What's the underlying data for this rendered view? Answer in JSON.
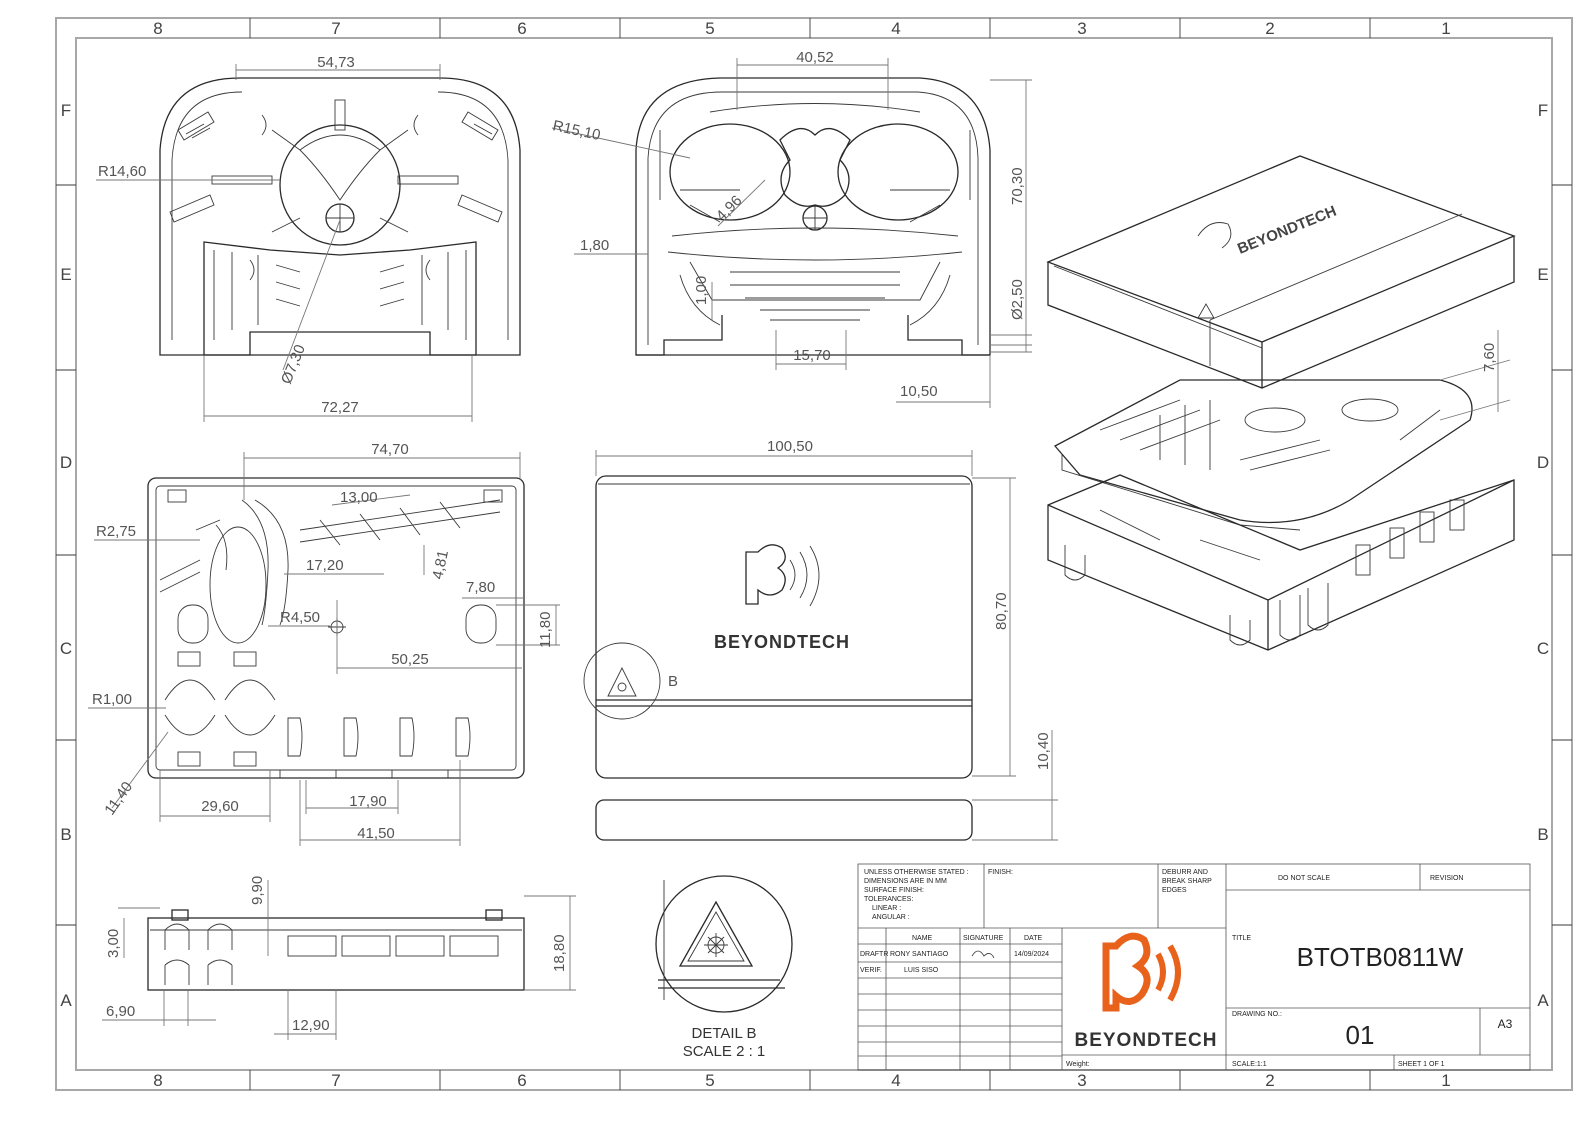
{
  "zones": {
    "columns": [
      "8",
      "7",
      "6",
      "5",
      "4",
      "3",
      "2",
      "1"
    ],
    "rows": [
      "F",
      "E",
      "D",
      "C",
      "B",
      "A"
    ]
  },
  "dimensions": {
    "top_view": {
      "width_upper": "54,73",
      "radius": "R14,60",
      "diameter": "Ø7,30",
      "width_lower": "72,27"
    },
    "front_view": {
      "width_upper": "40,52",
      "radius": "R15,10",
      "small": "4,96",
      "wall": "1,80",
      "rib": "1,00",
      "slot": "15,70",
      "height": "70,30",
      "hole": "Ø2,50",
      "offset": "10,50"
    },
    "bottom_view": {
      "width": "74,70",
      "radius_a": "R2,75",
      "pitch": "13,00",
      "rib": "4,81",
      "spacing": "17,20",
      "slot": "7,80",
      "slot_h": "11,80",
      "radius_b": "R4,50",
      "center": "50,25",
      "radius_c": "R1,00",
      "angle": "11,40",
      "clip": "29,60",
      "port": "17,90",
      "port_span": "41,50"
    },
    "cover_view": {
      "width": "100,50",
      "height": "80,70",
      "lip": "10,40",
      "detail_label": "B"
    },
    "side_view": {
      "height_top": "9,90",
      "step": "3,00",
      "total": "18,80",
      "offset": "6,90",
      "port": "12,90"
    },
    "iso_view": {
      "gap": "7,60"
    }
  },
  "brand": {
    "name": "BEYONDTECH",
    "color": "#e8621c"
  },
  "detail": {
    "line1": "DETAIL B",
    "line2": "SCALE 2 : 1"
  },
  "title_block": {
    "notes": [
      "UNLESS OTHERWISE STATED :",
      "DIMENSIONS ARE IN MM",
      "SURFACE FINISH:",
      "TOLERANCES:",
      "LINEAR :",
      "ANGULAR :"
    ],
    "finish": "FINISH:",
    "deburr": [
      "DEBURR AND",
      "BREAK SHARP",
      "EDGES"
    ],
    "do_not_scale": "DO NOT SCALE",
    "revision": "REVISION",
    "col_name": "NAME",
    "col_signature": "SIGNATURE",
    "col_date": "DATE",
    "drafter_label": "DRAFTR",
    "drafter_name": "RONY SANTIAGO",
    "date": "14/09/2024",
    "verif_label": "VERIF.",
    "verif_name": "LUIS SISO",
    "title_label": "TITLE",
    "title": "BTOTB0811W",
    "drawing_no_label": "DRAWING NO.:",
    "drawing_no": "01",
    "sheet_size": "A3",
    "weight_label": "Weight:",
    "scale": "SCALE:1:1",
    "sheet": "SHEET 1 OF 1"
  }
}
